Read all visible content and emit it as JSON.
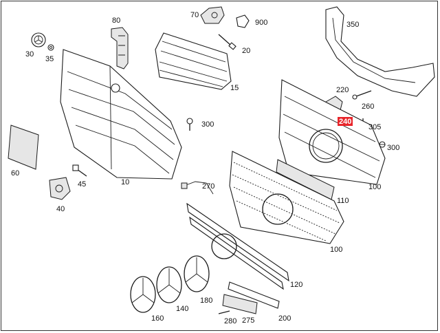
{
  "diagram": {
    "highlight_color": "#e8252a",
    "highlighted_part": "240",
    "labels": [
      "30",
      "35",
      "80",
      "70",
      "900",
      "20",
      "15",
      "350",
      "220",
      "260",
      "240",
      "305",
      "300",
      "300",
      "60",
      "45",
      "40",
      "10",
      "270",
      "110",
      "100",
      "100",
      "120",
      "160",
      "140",
      "180",
      "280",
      "275",
      "200"
    ]
  }
}
